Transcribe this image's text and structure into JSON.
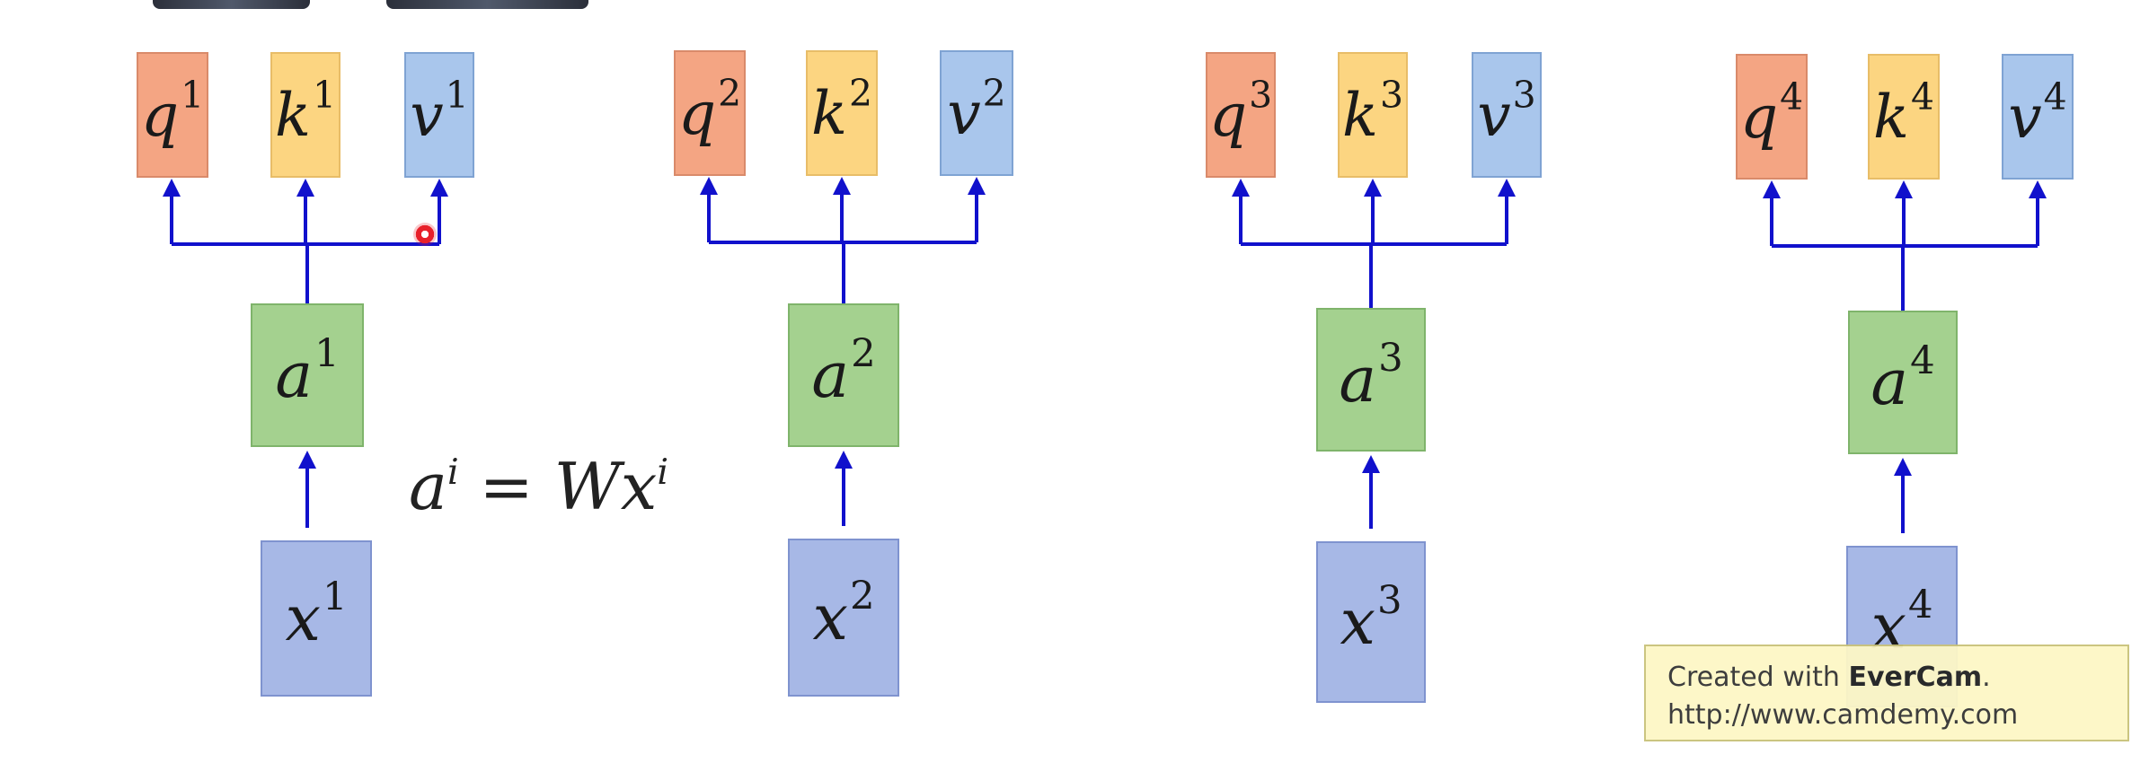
{
  "diagram": {
    "colors": {
      "query": "#f4a583",
      "key": "#fcd581",
      "value": "#a9c6ec",
      "embedding": "#a4d18f",
      "input": "#a7b8e6",
      "arrow": "#1111cc",
      "cursor": "#e8202a"
    },
    "formula": {
      "lhs_var": "a",
      "lhs_sup": "i",
      "eq": " = ",
      "rhs_w": "W",
      "rhs_var": "x",
      "rhs_sup": "i"
    },
    "columns": [
      {
        "q": "q",
        "q_sup": "1",
        "k": "k",
        "k_sup": "1",
        "v": "v",
        "v_sup": "1",
        "a": "a",
        "a_sup": "1",
        "x": "x",
        "x_sup": "1"
      },
      {
        "q": "q",
        "q_sup": "2",
        "k": "k",
        "k_sup": "2",
        "v": "v",
        "v_sup": "2",
        "a": "a",
        "a_sup": "2",
        "x": "x",
        "x_sup": "2"
      },
      {
        "q": "q",
        "q_sup": "3",
        "k": "k",
        "k_sup": "3",
        "v": "v",
        "v_sup": "3",
        "a": "a",
        "a_sup": "3",
        "x": "x",
        "x_sup": "3"
      },
      {
        "q": "q",
        "q_sup": "4",
        "k": "k",
        "k_sup": "4",
        "v": "v",
        "v_sup": "4",
        "a": "a",
        "a_sup": "4",
        "x": "x",
        "x_sup": "4"
      }
    ]
  },
  "watermark": {
    "line1_prefix": "Created with ",
    "line1_brand": "EverCam",
    "line1_suffix": ".",
    "line2": "http://www.camdemy.com"
  }
}
